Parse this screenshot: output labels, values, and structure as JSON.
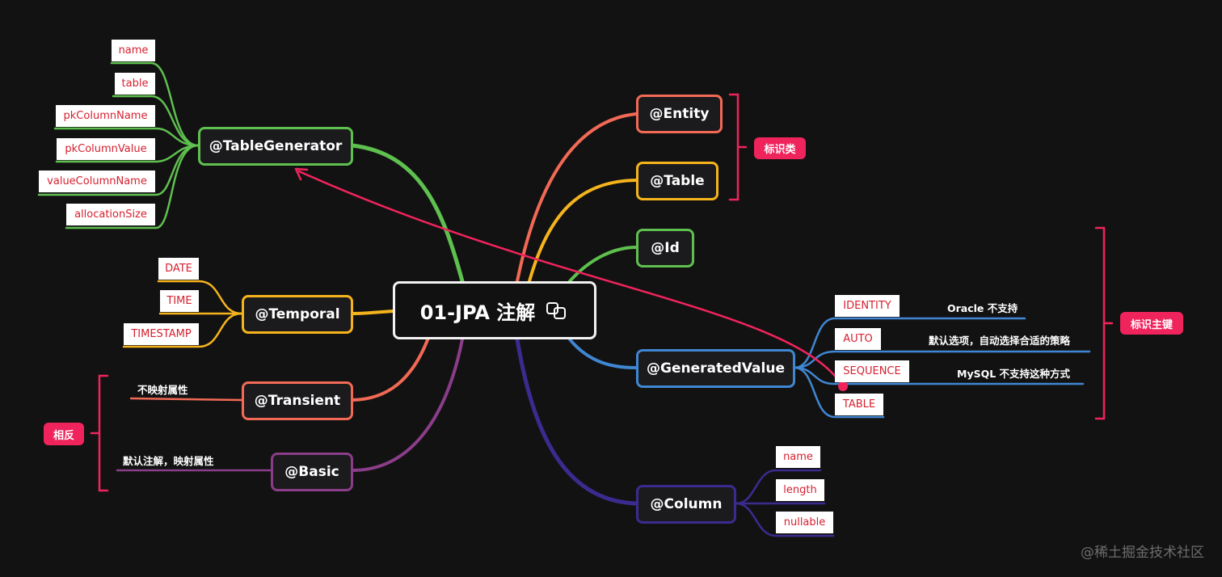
{
  "root": {
    "label": "01-JPA 注解",
    "icon": "link-copy-icon"
  },
  "colors": {
    "green": "#5ec04e",
    "yellow": "#f5b41c",
    "salmon": "#f26a55",
    "purple": "#8a3d88",
    "indigo": "#3b2b8f",
    "blue": "#3f87d2",
    "pink": "#f0245c"
  },
  "topics": {
    "table_generator": {
      "label": "@TableGenerator",
      "children": [
        "name",
        "table",
        "pkColumnName",
        "pkColumnValue",
        "valueColumnName",
        "allocationSize"
      ]
    },
    "temporal": {
      "label": "@Temporal",
      "children": [
        "DATE",
        "TIME",
        "TIMESTAMP"
      ]
    },
    "transient": {
      "label": "@Transient",
      "note": "不映射属性"
    },
    "basic": {
      "label": "@Basic",
      "note": "默认注解，映射属性"
    },
    "entity": {
      "label": "@Entity"
    },
    "table": {
      "label": "@Table"
    },
    "id": {
      "label": "@Id"
    },
    "generated_value": {
      "label": "@GeneratedValue",
      "children": [
        {
          "label": "IDENTITY",
          "note": "Oracle 不支持"
        },
        {
          "label": "AUTO",
          "note": "默认选项，自动选择合适的策略"
        },
        {
          "label": "SEQUENCE",
          "note": "MySQL 不支持这种方式"
        },
        {
          "label": "TABLE"
        }
      ]
    },
    "column": {
      "label": "@Column",
      "children": [
        "name",
        "length",
        "nullable"
      ]
    }
  },
  "tags": {
    "entity_group": "标识类",
    "primary_key_group": "标识主键",
    "opposite": "相反"
  },
  "watermark": "@稀土掘金技术社区"
}
